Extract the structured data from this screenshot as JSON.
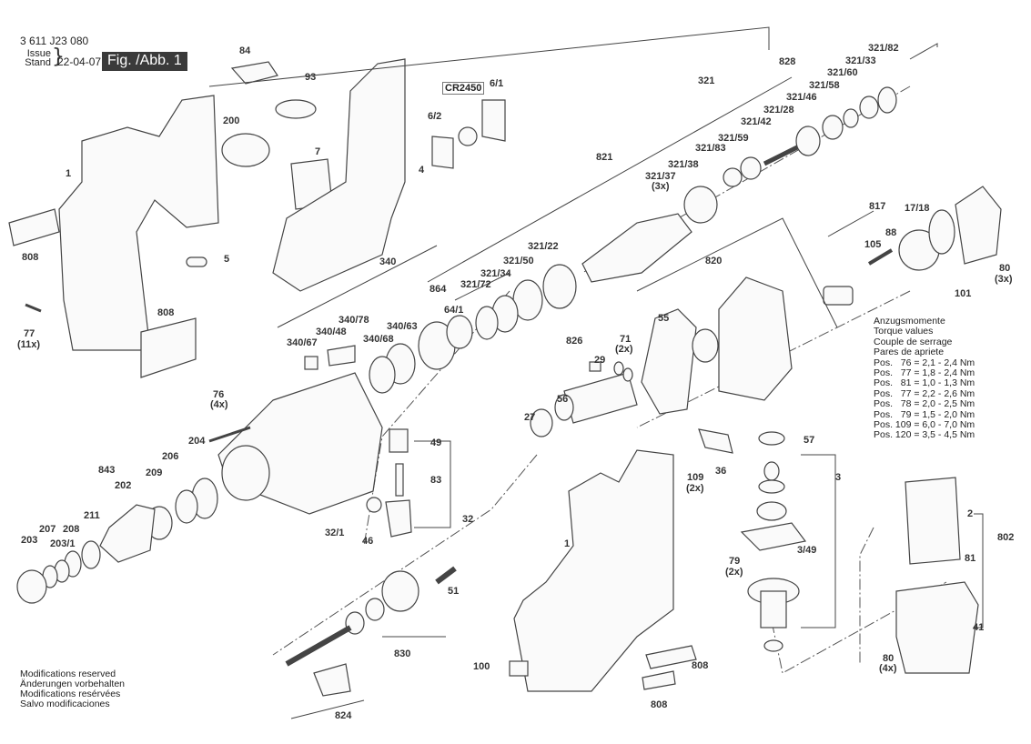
{
  "header": {
    "part_number": "3 611 J23 080",
    "issue_label": "Issue",
    "stand_label": "Stand",
    "date": "22-04-07",
    "figure_label": "Fig. /Abb. 1"
  },
  "torque_table": {
    "titles": [
      "Anzugsmomente",
      "Torque values",
      "Couple de serrage",
      "Pares de apriete"
    ],
    "rows": [
      {
        "prefix": "Pos.",
        "pos": "76",
        "value": "2,1 - 2,4 Nm"
      },
      {
        "prefix": "Pos.",
        "pos": "77",
        "value": "1,8 - 2,4 Nm"
      },
      {
        "prefix": "Pos.",
        "pos": "81",
        "value": "1,0 - 1,3 Nm"
      },
      {
        "prefix": "Pos.",
        "pos": "77",
        "value": "2,2 - 2,6 Nm"
      },
      {
        "prefix": "Pos.",
        "pos": "78",
        "value": "2,0 - 2,5 Nm"
      },
      {
        "prefix": "Pos.",
        "pos": "79",
        "value": "1,5 - 2,0 Nm"
      },
      {
        "prefix": "Pos.",
        "pos": "109",
        "value": "6,0 - 7,0 Nm"
      },
      {
        "prefix": "Pos.",
        "pos": "120",
        "value": "3,5 - 4,5 Nm"
      }
    ]
  },
  "footer": {
    "lines": [
      "Modifications reserved",
      "Änderungen vorbehalten",
      "Modifications resérvées",
      "Salvo modificaciones"
    ]
  },
  "battery_label": "CR2450",
  "part_labels": [
    {
      "id": "84",
      "text": "84"
    },
    {
      "id": "93",
      "text": "93"
    },
    {
      "id": "200",
      "text": "200"
    },
    {
      "id": "7",
      "text": "7"
    },
    {
      "id": "4",
      "text": "4"
    },
    {
      "id": "6-2",
      "text": "6/2"
    },
    {
      "id": "6-1",
      "text": "6/1"
    },
    {
      "id": "1a",
      "text": "1"
    },
    {
      "id": "808a",
      "text": "808"
    },
    {
      "id": "5",
      "text": "5"
    },
    {
      "id": "77",
      "text": "77"
    },
    {
      "id": "77q",
      "text": "(11x)"
    },
    {
      "id": "808b",
      "text": "808"
    },
    {
      "id": "321",
      "text": "321"
    },
    {
      "id": "828",
      "text": "828"
    },
    {
      "id": "321-82",
      "text": "321/82"
    },
    {
      "id": "321-33",
      "text": "321/33"
    },
    {
      "id": "321-60",
      "text": "321/60"
    },
    {
      "id": "321-58",
      "text": "321/58"
    },
    {
      "id": "321-46",
      "text": "321/46"
    },
    {
      "id": "321-28",
      "text": "321/28"
    },
    {
      "id": "321-42",
      "text": "321/42"
    },
    {
      "id": "321-59",
      "text": "321/59"
    },
    {
      "id": "321-83",
      "text": "321/83"
    },
    {
      "id": "321-38",
      "text": "321/38"
    },
    {
      "id": "321-37",
      "text": "321/37"
    },
    {
      "id": "321-37q",
      "text": "(3x)"
    },
    {
      "id": "821",
      "text": "821"
    },
    {
      "id": "321-22",
      "text": "321/22"
    },
    {
      "id": "321-50",
      "text": "321/50"
    },
    {
      "id": "321-34",
      "text": "321/34"
    },
    {
      "id": "321-72",
      "text": "321/72"
    },
    {
      "id": "340",
      "text": "340"
    },
    {
      "id": "864",
      "text": "864"
    },
    {
      "id": "64-1",
      "text": "64/1"
    },
    {
      "id": "340-78",
      "text": "340/78"
    },
    {
      "id": "340-48",
      "text": "340/48"
    },
    {
      "id": "340-63",
      "text": "340/63"
    },
    {
      "id": "340-68",
      "text": "340/68"
    },
    {
      "id": "340-67",
      "text": "340/67"
    },
    {
      "id": "817",
      "text": "817"
    },
    {
      "id": "17-18",
      "text": "17/18"
    },
    {
      "id": "88",
      "text": "88"
    },
    {
      "id": "105",
      "text": "105"
    },
    {
      "id": "80a",
      "text": "80"
    },
    {
      "id": "80aq",
      "text": "(3x)"
    },
    {
      "id": "101",
      "text": "101"
    },
    {
      "id": "820",
      "text": "820"
    },
    {
      "id": "55",
      "text": "55"
    },
    {
      "id": "826",
      "text": "826"
    },
    {
      "id": "71",
      "text": "71"
    },
    {
      "id": "71q",
      "text": "(2x)"
    },
    {
      "id": "29",
      "text": "29"
    },
    {
      "id": "56",
      "text": "56"
    },
    {
      "id": "27",
      "text": "27"
    },
    {
      "id": "57",
      "text": "57"
    },
    {
      "id": "76",
      "text": "76"
    },
    {
      "id": "76q",
      "text": "(4x)"
    },
    {
      "id": "843",
      "text": "843"
    },
    {
      "id": "206",
      "text": "206"
    },
    {
      "id": "204",
      "text": "204"
    },
    {
      "id": "209",
      "text": "209"
    },
    {
      "id": "202",
      "text": "202"
    },
    {
      "id": "211",
      "text": "211"
    },
    {
      "id": "208",
      "text": "208"
    },
    {
      "id": "207",
      "text": "207"
    },
    {
      "id": "203-1",
      "text": "203/1"
    },
    {
      "id": "203",
      "text": "203"
    },
    {
      "id": "49",
      "text": "49"
    },
    {
      "id": "83",
      "text": "83"
    },
    {
      "id": "32",
      "text": "32"
    },
    {
      "id": "32-1",
      "text": "32/1"
    },
    {
      "id": "46",
      "text": "46"
    },
    {
      "id": "109",
      "text": "109"
    },
    {
      "id": "109q",
      "text": "(2x)"
    },
    {
      "id": "36",
      "text": "36"
    },
    {
      "id": "3",
      "text": "3"
    },
    {
      "id": "3-49",
      "text": "3/49"
    },
    {
      "id": "79",
      "text": "79"
    },
    {
      "id": "79q",
      "text": "(2x)"
    },
    {
      "id": "1b",
      "text": "1"
    },
    {
      "id": "51",
      "text": "51"
    },
    {
      "id": "830",
      "text": "830"
    },
    {
      "id": "824",
      "text": "824"
    },
    {
      "id": "100",
      "text": "100"
    },
    {
      "id": "808c",
      "text": "808"
    },
    {
      "id": "808d",
      "text": "808"
    },
    {
      "id": "2",
      "text": "2"
    },
    {
      "id": "802",
      "text": "802"
    },
    {
      "id": "81",
      "text": "81"
    },
    {
      "id": "41",
      "text": "41"
    },
    {
      "id": "80b",
      "text": "80"
    },
    {
      "id": "80bq",
      "text": "(4x)"
    }
  ]
}
